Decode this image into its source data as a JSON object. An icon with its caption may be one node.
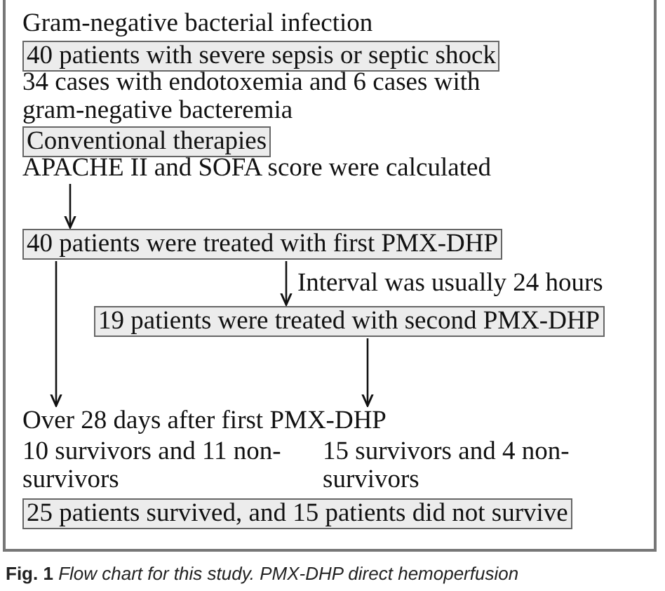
{
  "diagram": {
    "caption": "**Fig. 1** *Flow chart for this study. PMX-DHP direct hemoperfusion*",
    "nodes": [
      {
        "text": [
          "40 patients with severe sepsis or septic shock"
        ]
      },
      {
        "text": [
          "Conventional therapies"
        ]
      },
      {
        "text": [
          "APACHE II and SOFA score were calculated"
        ]
      },
      {
        "text": [
          "40 patients were treated with first PMX-DHP"
        ]
      },
      {
        "text": [
          "19 patients were treated with second PMX-DHP"
        ]
      },
      {
        "text": [
          "Over 28 days after first PMX-DHP"
        ]
      },
      {
        "text": [
          "10 survivors and 11 non-survivors"
        ]
      },
      {
        "text": [
          "15 survivors and 4 non-survivors"
        ]
      },
      {
        "text": [
          "25 patients survived, and 15 patients did not survive"
        ]
      }
    ],
    "edges": [
      {
        "from": 2,
        "to": 3,
        "arrow": "to"
      },
      {
        "from": 3,
        "to": 4,
        "arrow": "to",
        "label": "Interval was usually 24 hours"
      },
      {
        "from": 3,
        "to": 5,
        "arrow": "to"
      },
      {
        "from": 4,
        "to": 5,
        "arrow": "to"
      }
    ],
    "labels": [
      "Gram-negative bacterial infection",
      "34 cases with endotoxemia and 6 cases with gram-negative bacteremia"
    ]
  }
}
